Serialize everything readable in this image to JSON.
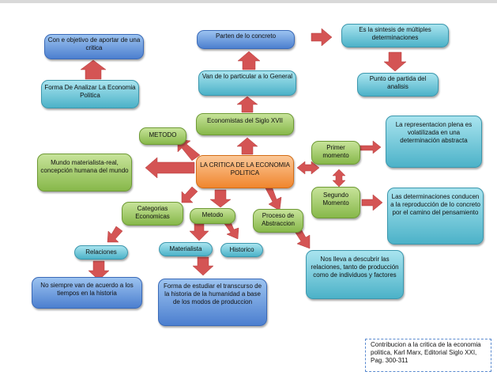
{
  "nodes": {
    "con_objetivo": "Con e objetivo de aportar de una critica",
    "forma_analizar": "Forma De Analizar La Economia Politica",
    "parten_concreto": "Parten de lo concreto",
    "sintesis": "Es la sintesis de múltiples determinaciones",
    "punto_partida": "Punto de partida del analisis",
    "particular_general": "Van de lo particular a lo General",
    "economistas": "Economistas del Siglo XVII",
    "metodo_top": "METODO",
    "representacion": "La representacion plena es volatilizada en una determinación abstracta",
    "mundo": "Mundo materialista-real, concepción humana del mundo",
    "critica": "LA CRITICA DE LA ECONOMIA POLITICA",
    "primer_momento": "Primer momento",
    "segundo_momento": "Segundo Momento",
    "determinaciones": "Las determinaciones conducen a la reproducción de lo concreto por el camino del pensamiento",
    "categorias": "Categorias Economicas",
    "metodo": "Metodo",
    "proceso": "Proceso de Abstraccion",
    "relaciones": "Relaciones",
    "materialista": "Materialista",
    "historico": "Historico",
    "nos_lleva": "Nos lleva a descubrir las relaciones, tanto de producción como de individuos y factores",
    "no_siempre": "No siempre van de acuerdo a los tiempos en la historia",
    "forma_estudiar": "Forma de estudiar el transcurso de la historia de la humanidad a base de los modos de produccion"
  },
  "citation": "Contribucion a la critica de la economia politica, Karl Marx, Editorial Siglo XXI, Pag. 300-311"
}
